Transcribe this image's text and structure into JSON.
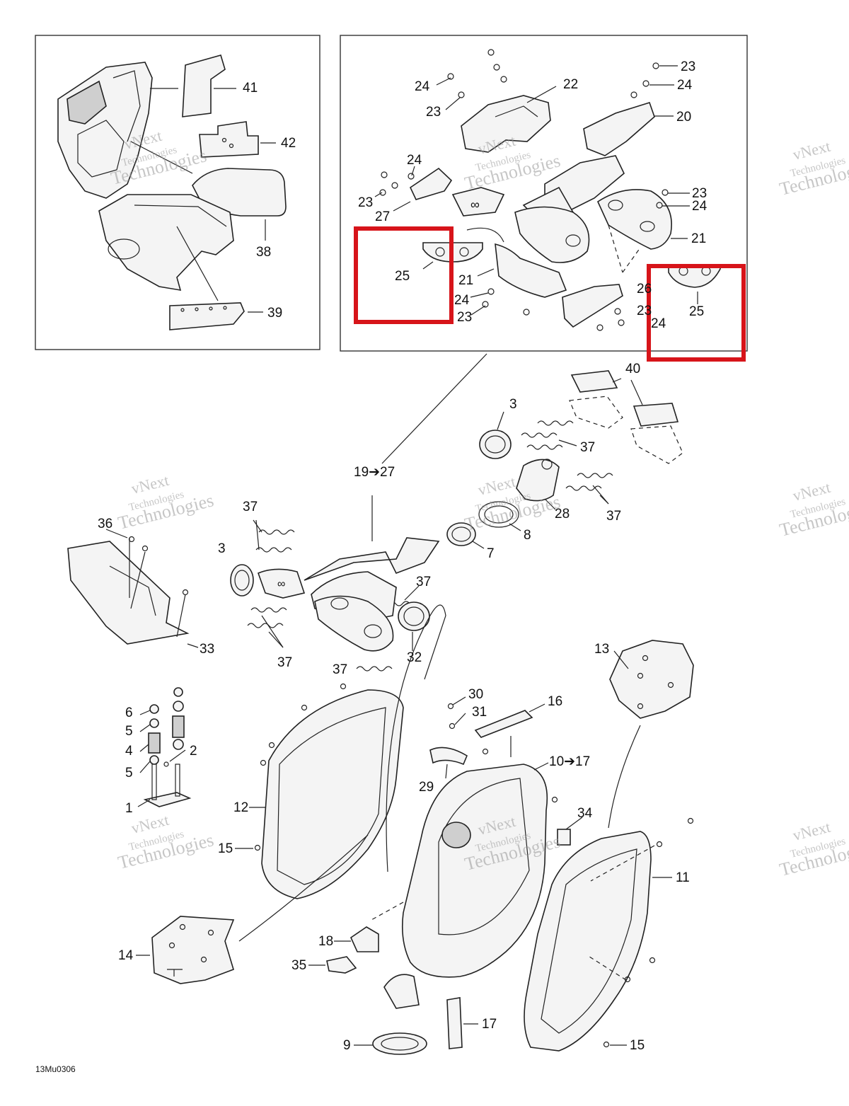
{
  "diagram": {
    "code": "13Mu0306",
    "watermark": {
      "line1": "vNext",
      "line2": "Technologies",
      "line3": "Technologies"
    },
    "callouts": {
      "c41": "41",
      "c42": "42",
      "c38": "38",
      "c39": "39",
      "c23a": "23",
      "c24a": "24",
      "c24b": "24",
      "c23b": "23",
      "c22": "22",
      "c20": "20",
      "c24c": "24",
      "c23c": "23",
      "c27": "27",
      "c23d": "23",
      "c24d": "24",
      "c21a": "21",
      "c25a": "25",
      "c21b": "21",
      "c24e": "24",
      "c23e": "23",
      "c26": "26",
      "c23f": "23",
      "c24f": "24",
      "c25b": "25",
      "c40": "40",
      "c3a": "3",
      "c37a": "37",
      "c1927": "19➔27",
      "c28": "28",
      "c37b": "37",
      "c8": "8",
      "c7": "7",
      "c37c": "37",
      "c36": "36",
      "c3b": "3",
      "c37d": "37",
      "c33": "33",
      "c32": "32",
      "c37e": "37",
      "c37f": "37",
      "c13": "13",
      "c30": "30",
      "c31": "31",
      "c16": "16",
      "c1017": "10➔17",
      "c29": "29",
      "c34": "34",
      "c6": "6",
      "c5a": "5",
      "c4": "4",
      "c2": "2",
      "c5b": "5",
      "c1": "1",
      "c12": "12",
      "c15a": "15",
      "c11": "11",
      "c14": "14",
      "c18": "18",
      "c35": "35",
      "c17": "17",
      "c9": "9",
      "c15b": "15"
    }
  },
  "colors": {
    "highlight": "#d7141a",
    "line": "#222222",
    "fill": "#f4f4f4",
    "watermark": "#999999"
  }
}
